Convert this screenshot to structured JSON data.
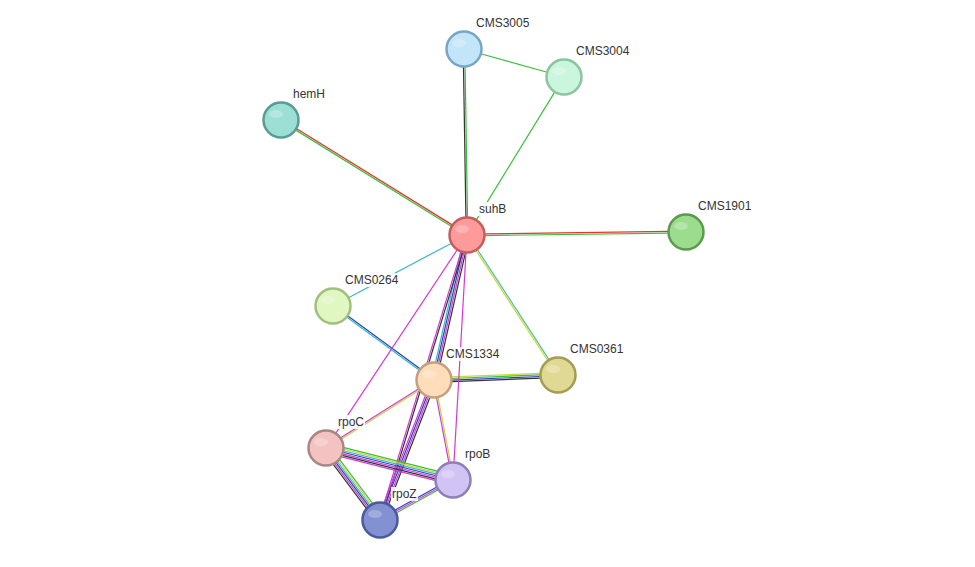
{
  "diagram": {
    "nodes": [
      {
        "text": [
          "CMS3005"
        ]
      },
      {
        "text": [
          "CMS3004"
        ]
      },
      {
        "text": [
          "hemH"
        ]
      },
      {
        "text": [
          "suhB"
        ]
      },
      {
        "text": [
          "CMS1901"
        ]
      },
      {
        "text": [
          "CMS0264"
        ]
      },
      {
        "text": [
          "CMS1334"
        ]
      },
      {
        "text": [
          "CMS0361"
        ]
      },
      {
        "text": [
          "rpoC"
        ]
      },
      {
        "text": [
          "rpoB"
        ]
      },
      {
        "text": [
          "rpoZ"
        ]
      }
    ],
    "edges": [
      {
        "from": 0,
        "to": 1,
        "arrow": "none"
      },
      {
        "from": 0,
        "to": 3,
        "arrow": "none"
      },
      {
        "from": 1,
        "to": 3,
        "arrow": "none"
      },
      {
        "from": 2,
        "to": 3,
        "arrow": "none"
      },
      {
        "from": 3,
        "to": 4,
        "arrow": "none"
      },
      {
        "from": 3,
        "to": 5,
        "arrow": "none"
      },
      {
        "from": 5,
        "to": 6,
        "arrow": "none"
      },
      {
        "from": 3,
        "to": 6,
        "arrow": "none"
      },
      {
        "from": 3,
        "to": 7,
        "arrow": "none"
      },
      {
        "from": 6,
        "to": 7,
        "arrow": "none"
      },
      {
        "from": 3,
        "to": 8,
        "arrow": "none"
      },
      {
        "from": 3,
        "to": 9,
        "arrow": "none"
      },
      {
        "from": 3,
        "to": 10,
        "arrow": "none"
      },
      {
        "from": 6,
        "to": 8,
        "arrow": "none"
      },
      {
        "from": 6,
        "to": 9,
        "arrow": "none"
      },
      {
        "from": 6,
        "to": 10,
        "arrow": "none"
      },
      {
        "from": 8,
        "to": 9,
        "arrow": "none"
      },
      {
        "from": 8,
        "to": 10,
        "arrow": "none"
      },
      {
        "from": 9,
        "to": 10,
        "arrow": "none"
      }
    ]
  }
}
